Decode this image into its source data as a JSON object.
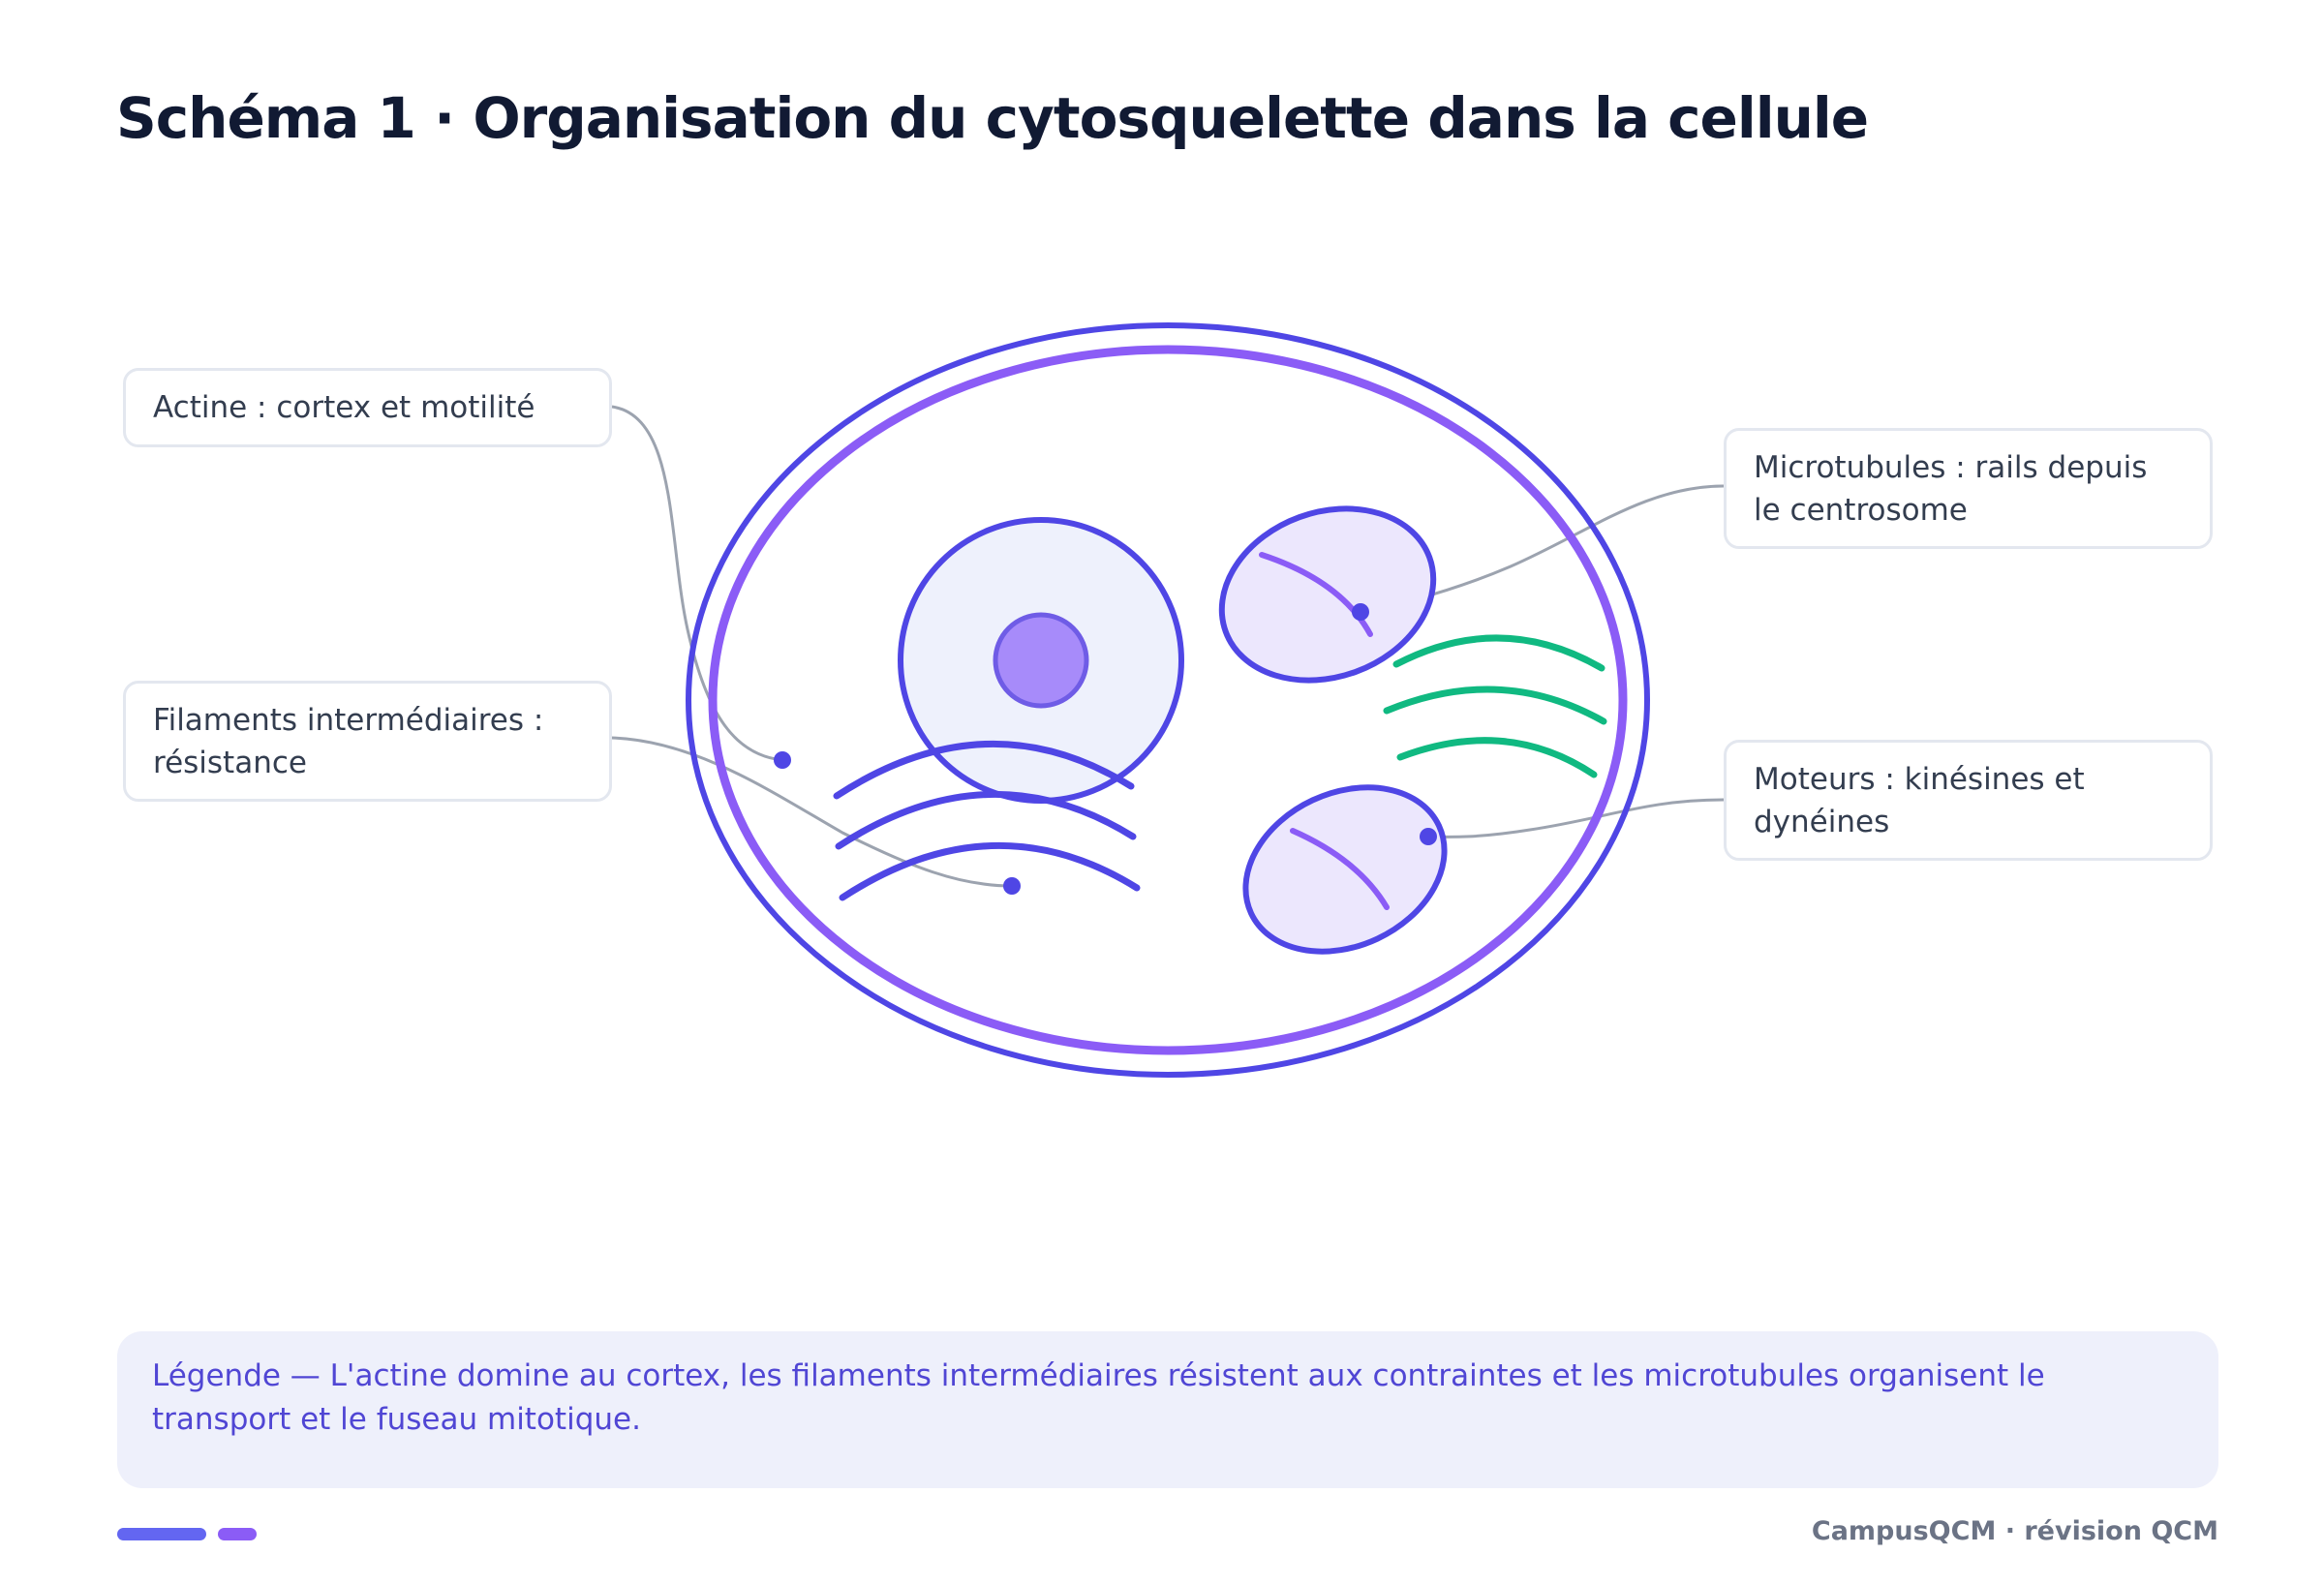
{
  "title": "Schéma 1 · Organisation du cytosquelette dans la cellule",
  "labels": {
    "actine": "Actine : cortex et motilité",
    "filaments": [
      "Filaments intermédiaires :",
      "résistance"
    ],
    "microtubules": [
      "Microtubules : rails depuis",
      "le centrosome"
    ],
    "moteurs": [
      "Moteurs : kinésines et",
      "dynéines"
    ]
  },
  "legend": [
    "Légende — L'actine domine au cortex, les filaments intermédiaires résistent aux contraintes et les microtubules organisent le",
    "transport et le fuseau mitotique."
  ],
  "footer": "CampusQCM · révision QCM",
  "colors": {
    "membrane_outer": "#4f46e5",
    "membrane_inner": "#8b5cf6",
    "nucleus_fill": "#eef1fc",
    "nucleolus": "#a78bfa",
    "organelle_fill": "#ece7fd",
    "filaments_green": "#10b981",
    "leader_lines": "#9ca3af",
    "accent_bar": "#6366f1"
  }
}
